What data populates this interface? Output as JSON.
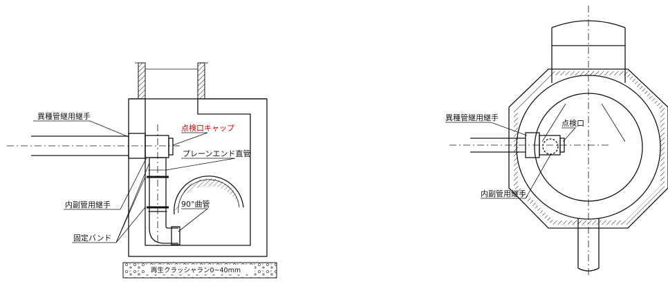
{
  "left_view": {
    "labels": {
      "joint_dissimilar": "異種管継用継手",
      "inspection_cap": "点検口キャップ",
      "plain_end_pipe": "プレーンエンド直管",
      "inner_pipe_joint": "内副管用継手",
      "elbow_90": "90°曲管",
      "fixing_band": "固定バンド",
      "base_material": "再生クラッシャラン0~40mm"
    }
  },
  "right_view": {
    "labels": {
      "joint_dissimilar": "異種管継用継手",
      "inspection_port": "点検口",
      "inner_pipe_joint": "内副管用継手"
    }
  },
  "colors": {
    "line": "#111111",
    "accent_red": "#d40000",
    "background": "#ffffff"
  }
}
